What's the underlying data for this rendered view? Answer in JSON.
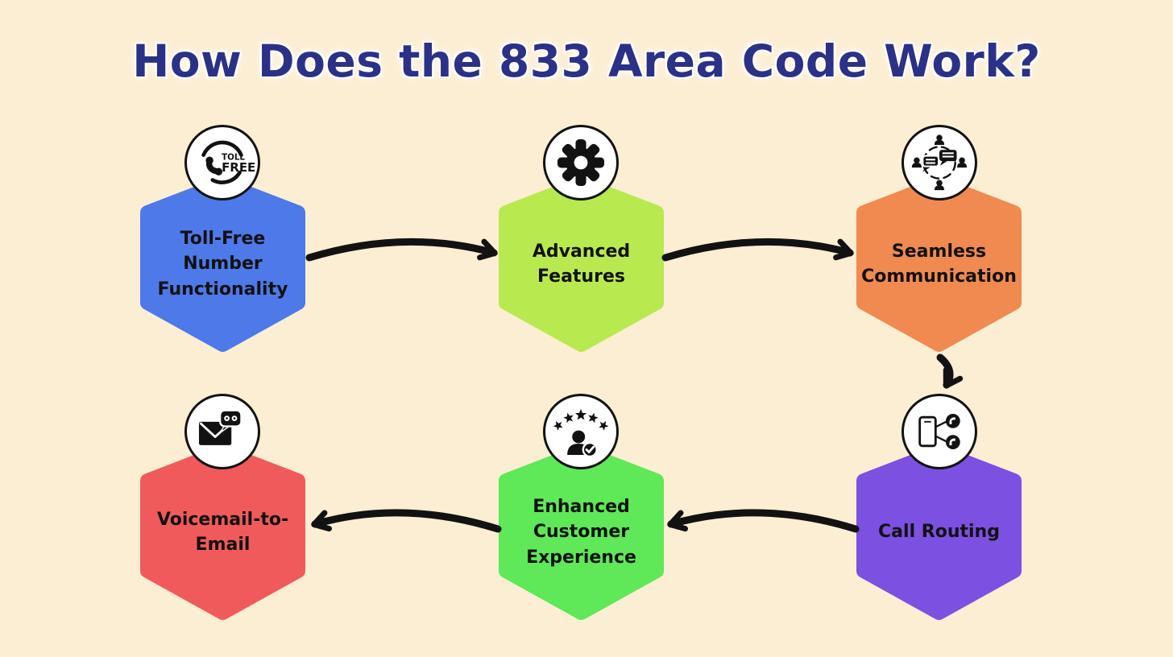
{
  "title": "How Does the 833 Area Code Work?",
  "colors": {
    "background": "#FBEED3",
    "title_text": "#2B3186",
    "arrow": "#121212",
    "node_text": "#121212",
    "icon_circle_bg": "#FFFFFF",
    "icon_ink": "#121212"
  },
  "nodes": [
    {
      "label": "Toll-Free Number Functionality",
      "color": "#4E79E8",
      "icon": "toll-free-icon",
      "icon_text_line1": "TOLL",
      "icon_text_line2": "FREE"
    },
    {
      "label": "Advanced Features",
      "color": "#B8E94F",
      "icon": "gear-icon"
    },
    {
      "label": "Seamless Communication",
      "color": "#F08A50",
      "icon": "communication-icon"
    },
    {
      "label": "Call Routing",
      "color": "#7C50E0",
      "icon": "call-routing-icon"
    },
    {
      "label": "Enhanced Customer Experience",
      "color": "#5FE857",
      "icon": "customer-rating-icon"
    },
    {
      "label": "Voicemail-to-Email",
      "color": "#F15A5A",
      "icon": "voicemail-email-icon"
    }
  ],
  "flow_sequence": [
    "Toll-Free Number Functionality",
    "Advanced Features",
    "Seamless Communication",
    "Call Routing",
    "Enhanced Customer Experience",
    "Voicemail-to-Email"
  ]
}
